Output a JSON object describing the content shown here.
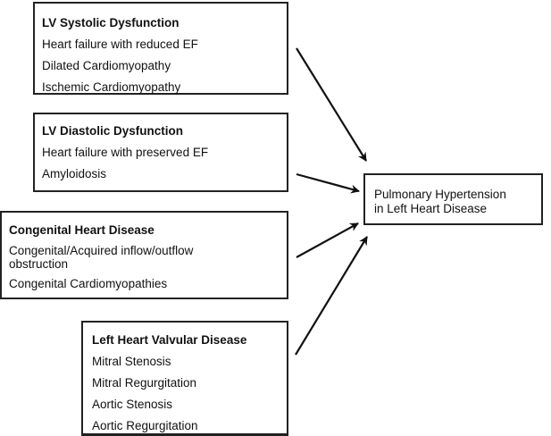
{
  "diagram": {
    "sources": [
      {
        "id": "systolic",
        "title": "LV Systolic Dysfunction",
        "items": [
          "Heart failure with reduced EF",
          "Dilated Cardiomyopathy",
          "Ischemic Cardiomyopathy"
        ]
      },
      {
        "id": "diastolic",
        "title": "LV Diastolic Dysfunction",
        "items": [
          "Heart failure with preserved EF",
          "Amyloidosis"
        ]
      },
      {
        "id": "congenital",
        "title": "Congenital Heart Disease",
        "items": [
          "Congenital/Acquired inflow/outflow obstruction",
          "Congenital Cardiomyopathies"
        ]
      },
      {
        "id": "valvular",
        "title": "Left Heart Valvular Disease",
        "items": [
          "Mitral Stenosis",
          "Mitral Regurgitation",
          "Aortic Stenosis",
          "Aortic Regurgitation"
        ]
      }
    ],
    "target": {
      "lines": [
        "Pulmonary Hypertension",
        "in Left Heart Disease"
      ]
    },
    "edges": [
      {
        "from": "systolic",
        "to": "target"
      },
      {
        "from": "diastolic",
        "to": "target"
      },
      {
        "from": "congenital",
        "to": "target"
      },
      {
        "from": "valvular",
        "to": "target"
      }
    ],
    "colors": {
      "stroke": "#111111",
      "background": "#ffffff"
    }
  }
}
